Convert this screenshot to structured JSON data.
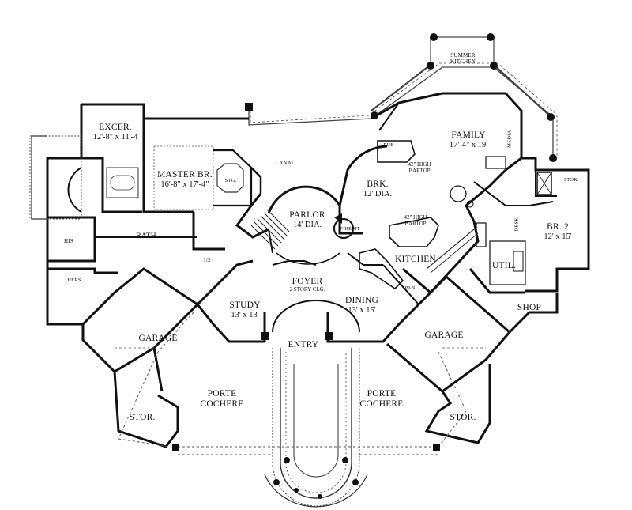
{
  "rooms": {
    "summer_kitchen": {
      "name": "SUMMER KITCHEN"
    },
    "lanai": {
      "name": "LANAI"
    },
    "family": {
      "name": "FAMILY",
      "dims": "17'-4\" x 19'"
    },
    "media": {
      "name": "MEDIA"
    },
    "pub": {
      "name": "PUB"
    },
    "bartop_upper": {
      "name": "42\" HIGH BARTOP"
    },
    "brk": {
      "name": "BRK.",
      "dims": "12' DIA."
    },
    "bartop_lower": {
      "name": "42\" HIGH BARTOP"
    },
    "excer": {
      "name": "EXCER.",
      "dims": "12'-8\" x 11'-4"
    },
    "master_br": {
      "name": "MASTER BR.",
      "dims": "16'-8\" x 17'-4\""
    },
    "stg": {
      "name": "STG."
    },
    "parlor": {
      "name": "PARLOR",
      "dims": "14' DIA."
    },
    "firepit": {
      "name": "FIREPIT"
    },
    "his": {
      "name": "HIS"
    },
    "bath": {
      "name": "BATH"
    },
    "half_bath": {
      "name": "1/2"
    },
    "hers": {
      "name": "HERS"
    },
    "foyer": {
      "name": "FOYER",
      "dims": "2 STORY CLG."
    },
    "kitchen": {
      "name": "KITCHEN"
    },
    "pan": {
      "name": "PAN."
    },
    "study": {
      "name": "STUDY",
      "dims": "13' x 13'"
    },
    "dining": {
      "name": "DINING",
      "dims": "13' x 15'"
    },
    "stor_right_top": {
      "name": "STOR."
    },
    "br2": {
      "name": "BR. 2",
      "dims": "12' x 15'"
    },
    "desk": {
      "name": "DESK"
    },
    "util": {
      "name": "UTIL."
    },
    "shop": {
      "name": "SHOP"
    },
    "garage_left": {
      "name": "GARAGE"
    },
    "garage_right": {
      "name": "GARAGE"
    },
    "entry": {
      "name": "ENTRY"
    },
    "porte_left": {
      "name": "PORTE COCHERE"
    },
    "porte_right": {
      "name": "PORTE COCHERE"
    },
    "stor_left": {
      "name": "STOR."
    },
    "stor_right": {
      "name": "STOR."
    }
  },
  "colors": {
    "wall": "#111111",
    "dashed": "#555555",
    "paper": "#ffffff",
    "fixture": "#333333"
  }
}
